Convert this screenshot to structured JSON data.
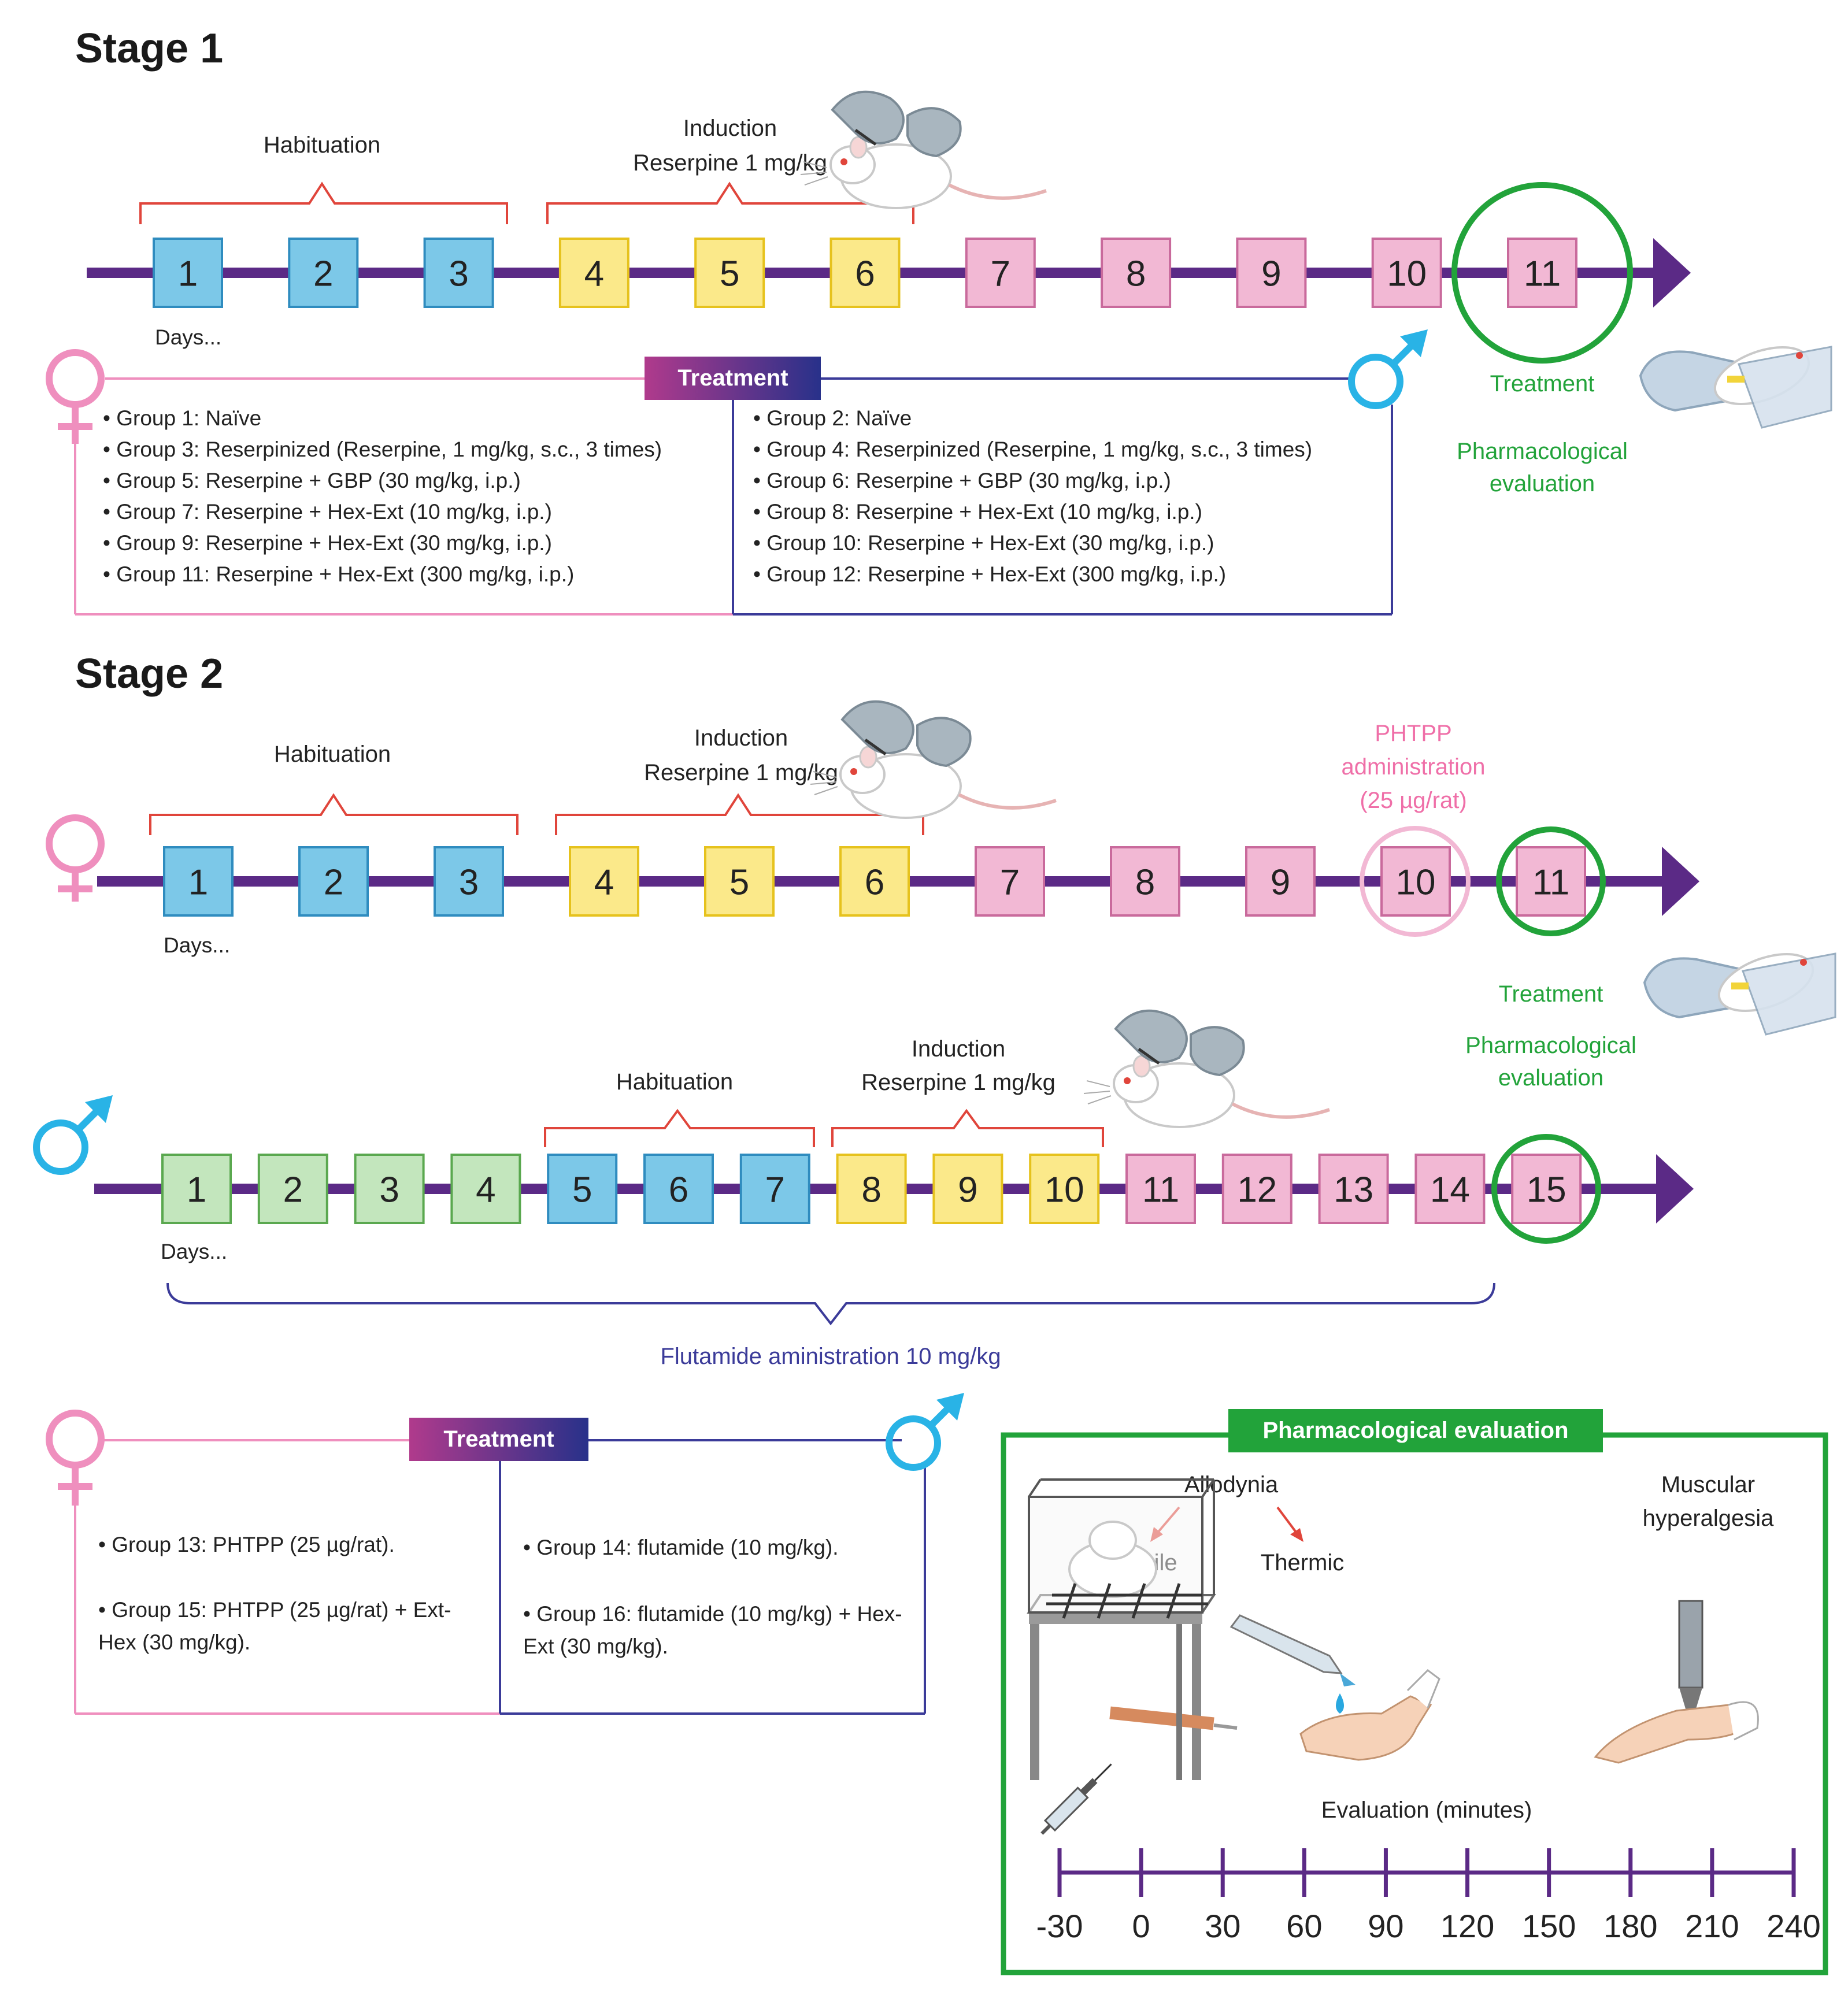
{
  "colors": {
    "timeline": "#5b2a86",
    "habituation_box": "#7cc8e8",
    "habituation_border": "#2f8cbf",
    "induction_box": "#fbe98a",
    "induction_border": "#e6c21d",
    "post_box": "#f2b8d4",
    "post_border": "#c96a9c",
    "acclimation_box": "#c3e6bd",
    "acclimation_border": "#5aa84f",
    "brace_red": "#e0453b",
    "brace_blue": "#3b3b99",
    "eval_green": "#22a33a",
    "female_pink": "#ef8fbe",
    "male_blue": "#29b3e6",
    "treatment_gradient": [
      "#b03a8c",
      "#28318a"
    ]
  },
  "stage1": {
    "title": "Stage 1",
    "habituation_label": "Habituation",
    "induction_label": "Induction",
    "induction_dose": "Reserpine 1 mg/kg",
    "days": [
      "1",
      "2",
      "3",
      "4",
      "5",
      "6",
      "7",
      "8",
      "9",
      "10",
      "11"
    ],
    "day_kinds": [
      "hab",
      "hab",
      "hab",
      "ind",
      "ind",
      "ind",
      "post",
      "post",
      "post",
      "post",
      "post"
    ],
    "days_label": "Days...",
    "treatment_label": "Treatment",
    "eval_treatment_label": "Treatment",
    "eval_label": "Pharmacological evaluation",
    "female_groups": [
      "Group 1: Naïve",
      "Group 3: Reserpinized (Reserpine, 1 mg/kg, s.c., 3 times)",
      "Group 5: Reserpine + GBP (30 mg/kg, i.p.)",
      "Group 7: Reserpine + Hex-Ext (10 mg/kg, i.p.)",
      "Group 9: Reserpine + Hex-Ext (30 mg/kg, i.p.)",
      "Group 11: Reserpine + Hex-Ext (300 mg/kg, i.p.)"
    ],
    "male_groups": [
      "Group 2: Naïve",
      "Group 4: Reserpinized (Reserpine, 1 mg/kg, s.c., 3 times)",
      "Group 6: Reserpine + GBP (30 mg/kg, i.p.)",
      "Group 8: Reserpine + Hex-Ext (10 mg/kg, i.p.)",
      "Group 10: Reserpine + Hex-Ext (30 mg/kg, i.p.)",
      "Group 12: Reserpine + Hex-Ext (300 mg/kg, i.p.)"
    ]
  },
  "stage2": {
    "title": "Stage 2",
    "female": {
      "habituation_label": "Habituation",
      "induction_label": "Induction",
      "induction_dose": "Reserpine 1 mg/kg",
      "phtpp_line1": "PHTPP",
      "phtpp_line2": "administration",
      "phtpp_line3": "(25 µg/rat)",
      "days": [
        "1",
        "2",
        "3",
        "4",
        "5",
        "6",
        "7",
        "8",
        "9",
        "10",
        "11"
      ],
      "day_kinds": [
        "hab",
        "hab",
        "hab",
        "ind",
        "ind",
        "ind",
        "post",
        "post",
        "post",
        "post",
        "post"
      ],
      "days_label": "Days..."
    },
    "eval_treatment_label": "Treatment",
    "eval_label": "Pharmacological evaluation",
    "male": {
      "habituation_label": "Habituation",
      "induction_label": "Induction",
      "induction_dose": "Reserpine 1 mg/kg",
      "days": [
        "1",
        "2",
        "3",
        "4",
        "5",
        "6",
        "7",
        "8",
        "9",
        "10",
        "11",
        "12",
        "13",
        "14",
        "15"
      ],
      "day_kinds": [
        "acc",
        "acc",
        "acc",
        "acc",
        "hab",
        "hab",
        "hab",
        "ind",
        "ind",
        "ind",
        "post",
        "post",
        "post",
        "post",
        "post"
      ],
      "days_label": "Days...",
      "flutamide_label": "Flutamide aministration 10 mg/kg"
    },
    "treatment_label": "Treatment",
    "female_groups": [
      "• Group 13: PHTPP (25 µg/rat).",
      "• Group 15: PHTPP (25 µg/rat) + Ext-Hex (30 mg/kg)."
    ],
    "male_groups": [
      "• Group 14: flutamide (10 mg/kg).",
      "• Group 16: flutamide (10 mg/kg) + Hex-Ext (30 mg/kg)."
    ]
  },
  "evaluation_panel": {
    "title": "Pharmacological evaluation",
    "allodynia": "Allodynia",
    "tactile": "Tactile",
    "thermic": "Thermic",
    "muscular_line1": "Muscular",
    "muscular_line2": "hyperalgesia",
    "axis_label": "Evaluation (minutes)",
    "ticks": [
      "-30",
      "0",
      "30",
      "60",
      "90",
      "120",
      "150",
      "180",
      "210",
      "240"
    ]
  },
  "icons": [
    "female-symbol-icon",
    "male-symbol-icon",
    "rat-injection-icon",
    "rat-handling-icon",
    "von-frey-cage-icon",
    "syringe-icon",
    "acetone-drop-icon",
    "pressure-probe-icon"
  ]
}
